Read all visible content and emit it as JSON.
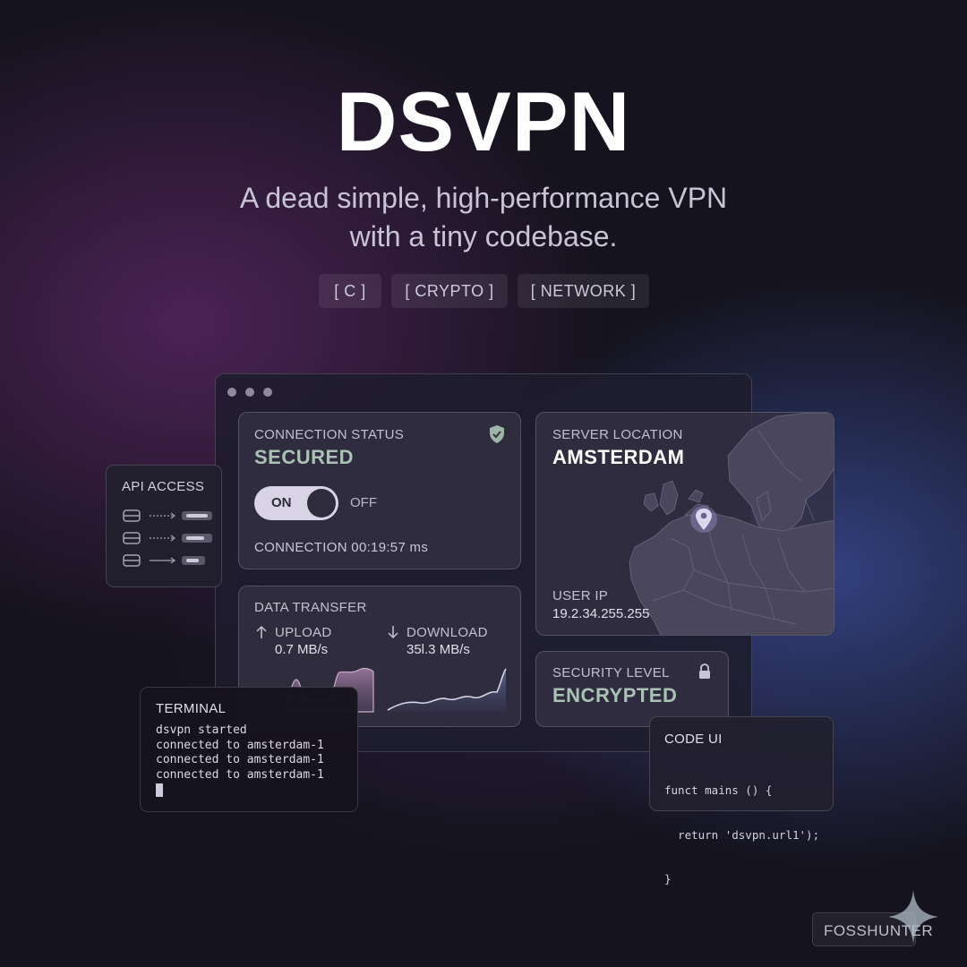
{
  "header": {
    "title": "DSVPN",
    "subtitle_line1": "A dead simple, high-performance VPN",
    "subtitle_line2": "with a tiny codebase.",
    "tags": [
      "[ C ]",
      "[ CRYPTO ]",
      "[ NETWORK ]"
    ]
  },
  "connection": {
    "label": "CONNECTION STATUS",
    "status": "SECURED",
    "toggle_on": "ON",
    "toggle_off": "OFF",
    "toggle_state": "on",
    "timer": "CONNECTION 00:19:57 ms",
    "icon": "shield-check-icon"
  },
  "server": {
    "label": "SERVER LOCATION",
    "city": "AMSTERDAM",
    "ip_label": "USER IP",
    "ip": "19.2.34.255.255",
    "icon": "map-pin-icon"
  },
  "transfer": {
    "label": "DATA TRANSFER",
    "upload_label": "UPLOAD",
    "upload_value": "0.7 MB/s",
    "download_label": "DOWNLOAD",
    "download_value": "35l.3 MB/s"
  },
  "security": {
    "label": "SECURITY LEVEL",
    "level": "ENCRYPTED",
    "icon": "lock-icon"
  },
  "api": {
    "label": "API ACCESS"
  },
  "terminal": {
    "label": "TERMINAL",
    "lines": [
      "dsvpn started",
      "connected to amsterdam-1",
      "connected to amsterdam-1",
      "connected to amsterdam-1"
    ]
  },
  "code": {
    "label": "CODE UI",
    "line1": "funct mains () {",
    "line2": "  return 'dsvpn.url1');",
    "line3": "}"
  },
  "watermark": {
    "text": "FOSSHUNTER"
  },
  "colors": {
    "background": "#15131e",
    "accent_green": "#a9c2b4",
    "toggle_track": "#d9d3e6"
  }
}
